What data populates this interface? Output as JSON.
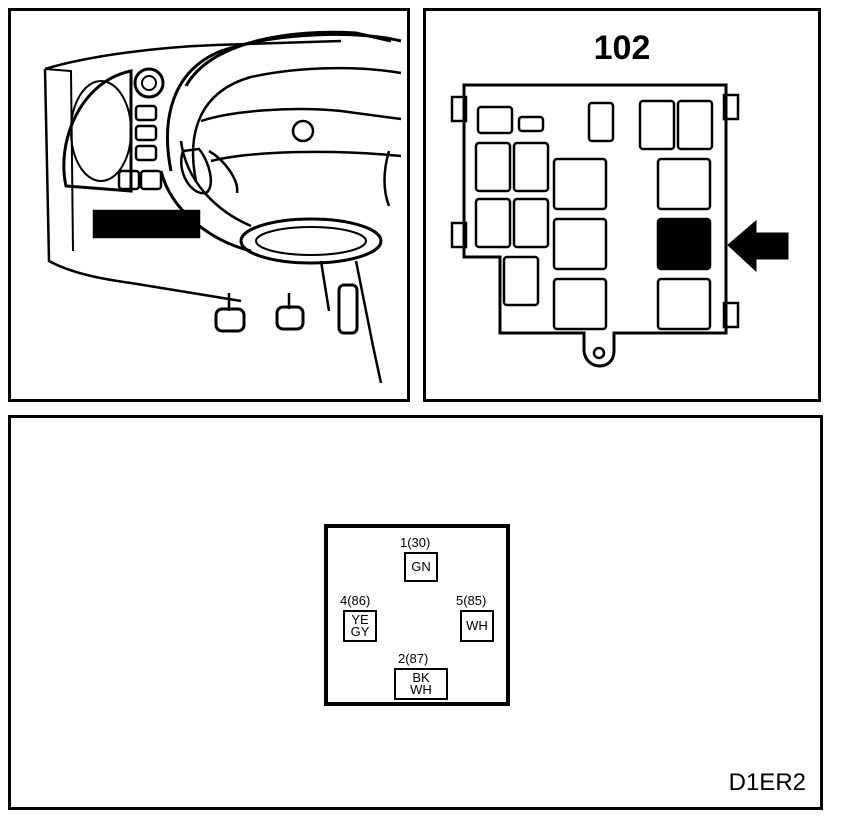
{
  "fuse_box": {
    "number": "102"
  },
  "relay": {
    "pins": [
      {
        "number": "1(30)",
        "wires": [
          "GN"
        ]
      },
      {
        "number": "4(86)",
        "wires": [
          "YE",
          "GY"
        ]
      },
      {
        "number": "5(85)",
        "wires": [
          "WH"
        ]
      },
      {
        "number": "2(87)",
        "wires": [
          "BK",
          "WH"
        ]
      }
    ]
  },
  "figure_code": "D1ER2"
}
